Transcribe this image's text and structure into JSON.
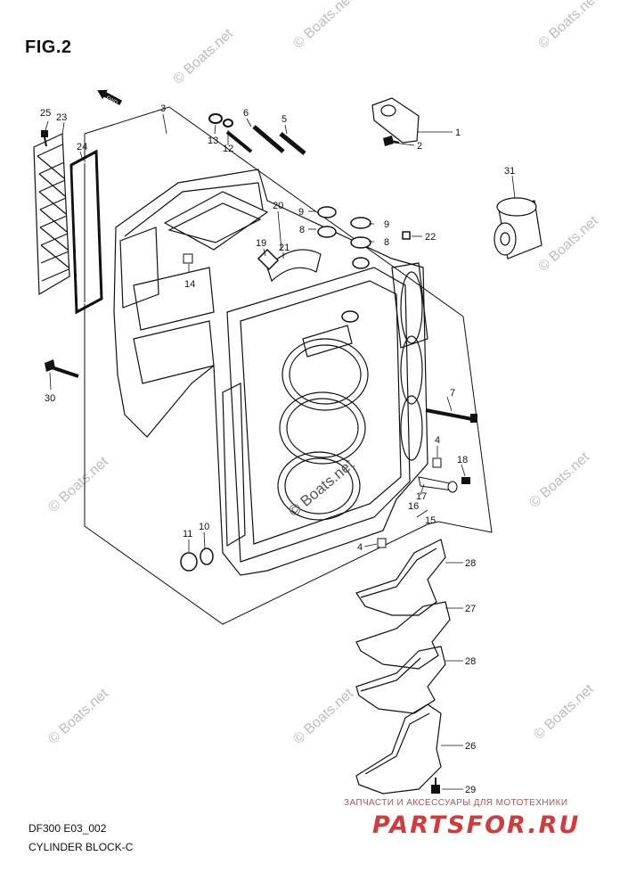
{
  "figure": {
    "title": "FIG.2",
    "code": "DF300 E03_002",
    "caption": "CYLINDER BLOCK-C",
    "fwd_label": "FWD"
  },
  "part_callouts": [
    "1",
    "2",
    "3",
    "4",
    "4",
    "5",
    "6",
    "7",
    "8",
    "8",
    "9",
    "9",
    "10",
    "11",
    "12",
    "13",
    "14",
    "15",
    "16",
    "17",
    "18",
    "19",
    "20",
    "21",
    "22",
    "23",
    "24",
    "25",
    "26",
    "27",
    "28",
    "28",
    "29",
    "30",
    "31"
  ],
  "watermark": {
    "text": "© Boats.net",
    "center_text": "© Boats.net"
  },
  "shop_banner": {
    "subtitle": "ЗАПЧАСТИ И АКСЕССУАРЫ ДЛЯ МОТОТЕХНИКИ",
    "brand": "PARTSFOR.RU"
  },
  "colors": {
    "line": "#111111",
    "watermark": "#bdbdbd",
    "brand": "#d23b3b"
  }
}
